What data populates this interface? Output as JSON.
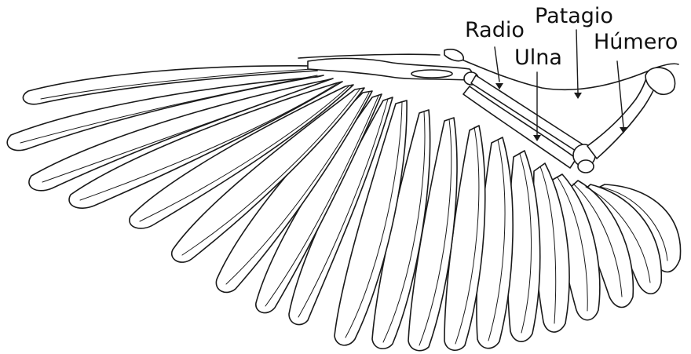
{
  "labels": {
    "radio": "Radio",
    "patagio": "Patagio",
    "ulna": "Ulna",
    "humero": "Húmero"
  },
  "colors": {
    "line": "#1a1a1a",
    "fill": "#ffffff",
    "text": "#111111"
  }
}
